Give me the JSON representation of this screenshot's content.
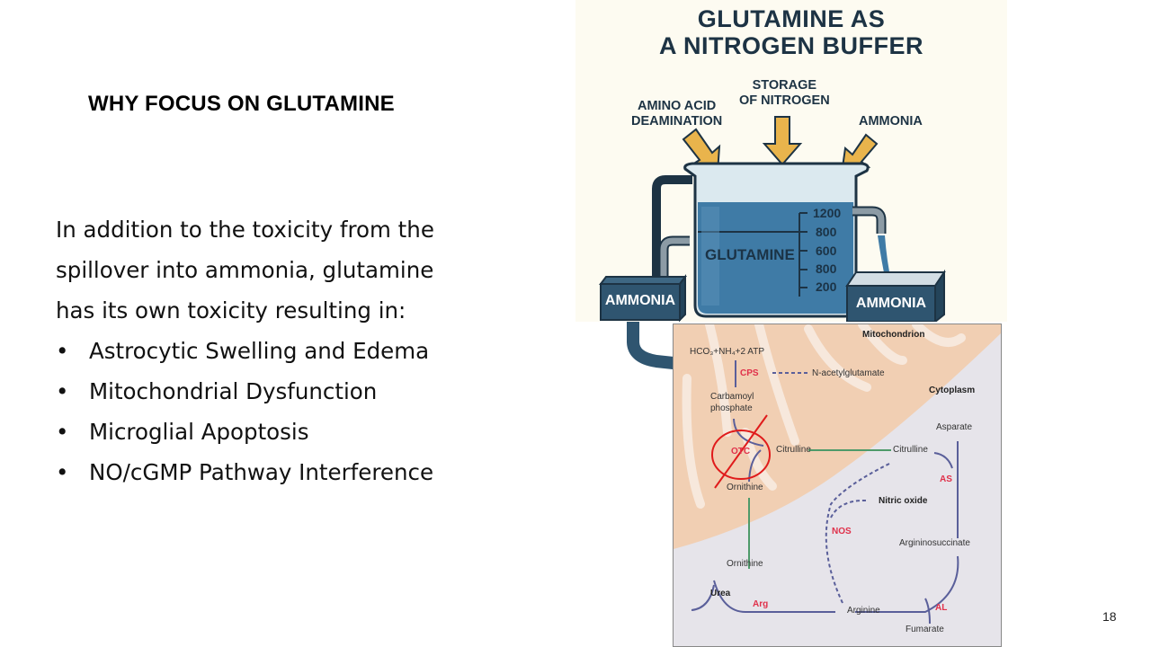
{
  "slide": {
    "title": "WHY FOCUS ON GLUTAMINE",
    "intro_lines": [
      "In addition to the toxicity from the",
      "spillover into ammonia, glutamine",
      "has its own toxicity resulting in:"
    ],
    "bullet_char": "•",
    "bullets": [
      "Astrocytic Swelling and Edema",
      "Mitochondrial Dysfunction",
      "Microglial Apoptosis",
      "NO/cGMP Pathway Interference"
    ],
    "slide_number": "18"
  },
  "infographic": {
    "title_line1": "GLUTAMINE AS",
    "title_line2": "A NITROGEN BUFFER",
    "label_left_line1": "AMINO ACID",
    "label_left_line2": "DEAMINATION",
    "label_center_line1": "STORAGE",
    "label_center_line2": "OF NITROGEN",
    "label_right": "AMMONIA",
    "beaker_label": "GLUTAMINE",
    "scale_marks": [
      "1200",
      "800",
      "600",
      "800",
      "200"
    ],
    "box_left": "AMMONIA",
    "box_right": "AMMONIA",
    "colors": {
      "liquid": "#3f7ba6",
      "arrow": "#e9b44c",
      "box": "#2f5570",
      "ink": "#1d3344"
    }
  },
  "diagram": {
    "mitochondrion": "Mitochondrion",
    "cytoplasm": "Cytoplasm",
    "substrate": "HCO₃+NH₄+2 ATP",
    "cps": "CPS",
    "nag": "N-acetylglutamate",
    "carbamoyl_line1": "Carbamoyl",
    "carbamoyl_line2": "phosphate",
    "otc": "OTC",
    "citrulline_mito": "Citrulline",
    "citrulline_cyto": "Citrulline",
    "ornithine_mito": "Ornithine",
    "ornithine_cyto": "Ornithine",
    "asparate": "Asparate",
    "as": "AS",
    "nitric_oxide": "Nitric oxide",
    "nos": "NOS",
    "argininosuccinate": "Argininosuccinate",
    "urea": "Urea",
    "arg": "Arg",
    "arginine": "Arginine",
    "al": "AL",
    "fumarate": "Fumarate",
    "colors": {
      "enzyme": "#e0304a",
      "pathway": "#5a5f9a",
      "transport": "#4e9a6a",
      "block": "#e01b1b"
    }
  }
}
